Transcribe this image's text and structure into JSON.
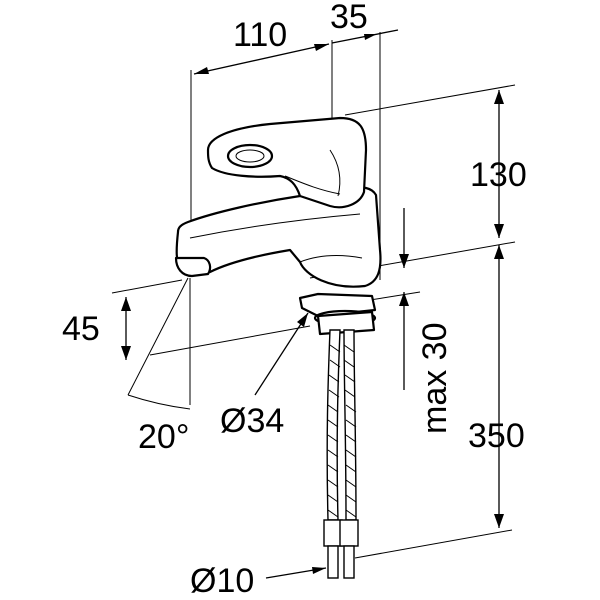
{
  "dimensions": {
    "spout_reach": "110",
    "lever_offset": "35",
    "height_top": "130",
    "spout_height": "45",
    "max_thickness": "max 30",
    "hole_diameter": "Ø34",
    "hose_length": "350",
    "angle": "20°",
    "hose_diameter": "Ø10"
  }
}
